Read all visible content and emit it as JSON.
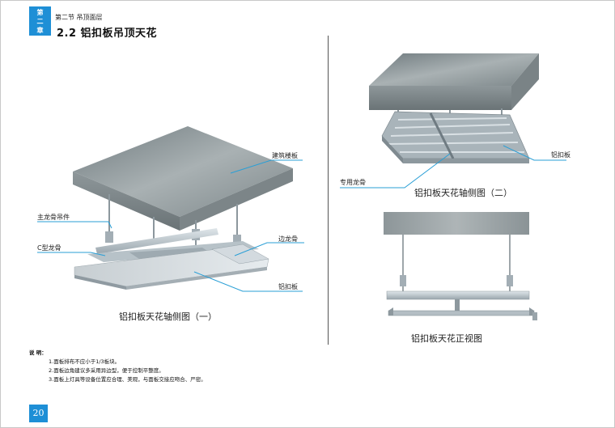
{
  "header": {
    "chapter_tab": [
      "第",
      "二",
      "章"
    ],
    "section_sub": "第二节 吊顶面层",
    "title": "2.2 铝扣板吊顶天花"
  },
  "diagram1": {
    "caption": "铝扣板天花轴侧图（一）",
    "labels": {
      "slab": "建筑楼板",
      "hanger": "主龙骨吊件",
      "c_keel": "C型龙骨",
      "edge_keel": "边龙骨",
      "panel": "铝扣板"
    }
  },
  "diagram2": {
    "caption": "铝扣板天花轴侧图（二）",
    "labels": {
      "special_keel": "专用龙骨",
      "panel": "铝扣板"
    }
  },
  "diagram3": {
    "caption": "铝扣板天花正视图"
  },
  "notes": {
    "heading": "说 明：",
    "items": [
      "1.面板排布不应小于1/3板块。",
      "2.面板边角建议多采用异边型，便于控制平整度。",
      "3.面板上灯具等设备位置应合理、美观，与面板交接应吻合、严密。"
    ]
  },
  "footer": {
    "page_number": "20"
  },
  "colors": {
    "accent": "#1e8fd6",
    "leader_line": "#2a9fd6",
    "concrete": "#9aa3a6",
    "metal": "#b8c2c9"
  }
}
